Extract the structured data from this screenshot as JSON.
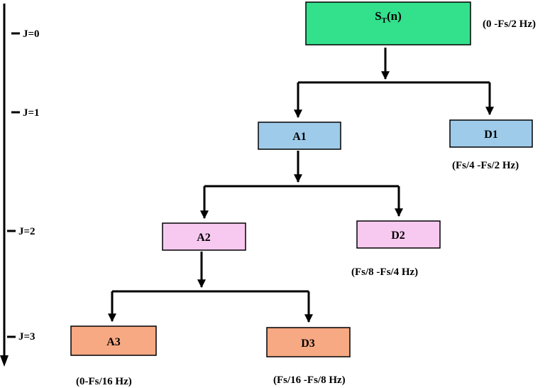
{
  "levels": [
    {
      "label": "J=0"
    },
    {
      "label": "J=1"
    },
    {
      "label": "J=2"
    },
    {
      "label": "J=3"
    }
  ],
  "nodes": {
    "root": {
      "label_main": "S",
      "label_sub": "T",
      "label_suffix": "(n)",
      "fill": "#33e08c",
      "band": "(0 -Fs/2 Hz)"
    },
    "a1": {
      "label": "A1",
      "fill": "#9ecbea"
    },
    "d1": {
      "label": "D1",
      "fill": "#9ecbea",
      "band": "(Fs/4 -Fs/2 Hz)"
    },
    "a2": {
      "label": "A2",
      "fill": "#f7c9f0"
    },
    "d2": {
      "label": "D2",
      "fill": "#f7c9f0",
      "band": "(Fs/8 -Fs/4 Hz)"
    },
    "a3": {
      "label": "A3",
      "fill": "#f7a983",
      "band": "(0-Fs/16 Hz)"
    },
    "d3": {
      "label": "D3",
      "fill": "#f7a983",
      "band": "(Fs/16 -Fs/8 Hz)"
    }
  },
  "colors": {
    "line": "#000000"
  }
}
